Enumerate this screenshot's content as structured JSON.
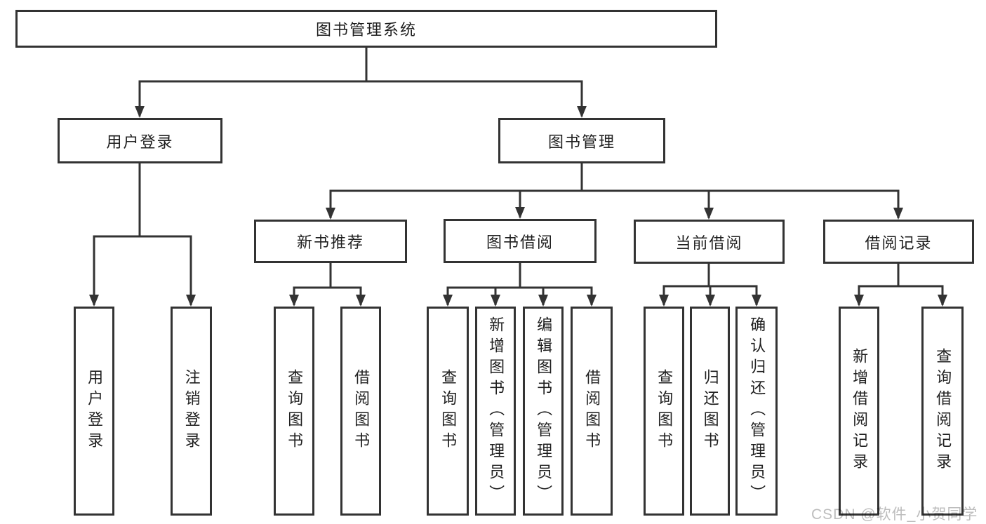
{
  "colors": {
    "line": "#333333",
    "text": "#1f1f1f",
    "watermark_text": "#bdbdbd",
    "background": "#ffffff"
  },
  "watermark": {
    "text": "CSDN @软件_小贺同学"
  },
  "tree": {
    "label": "图书管理系统",
    "children": [
      {
        "label": "用户登录",
        "children": [
          {
            "label": "用户登录"
          },
          {
            "label": "注销登录"
          }
        ]
      },
      {
        "label": "图书管理",
        "children": [
          {
            "label": "新书推荐",
            "children": [
              {
                "label": "查询图书"
              },
              {
                "label": "借阅图书"
              }
            ]
          },
          {
            "label": "图书借阅",
            "children": [
              {
                "label": "查询图书"
              },
              {
                "label": "新增图书（管理员）"
              },
              {
                "label": "编辑图书（管理员）"
              },
              {
                "label": "借阅图书"
              }
            ]
          },
          {
            "label": "当前借阅",
            "children": [
              {
                "label": "查询图书"
              },
              {
                "label": "归还图书"
              },
              {
                "label": "确认归还（管理员）"
              }
            ]
          },
          {
            "label": "借阅记录",
            "children": [
              {
                "label": "新增借阅记录"
              },
              {
                "label": "查询借阅记录"
              }
            ]
          }
        ]
      }
    ]
  }
}
